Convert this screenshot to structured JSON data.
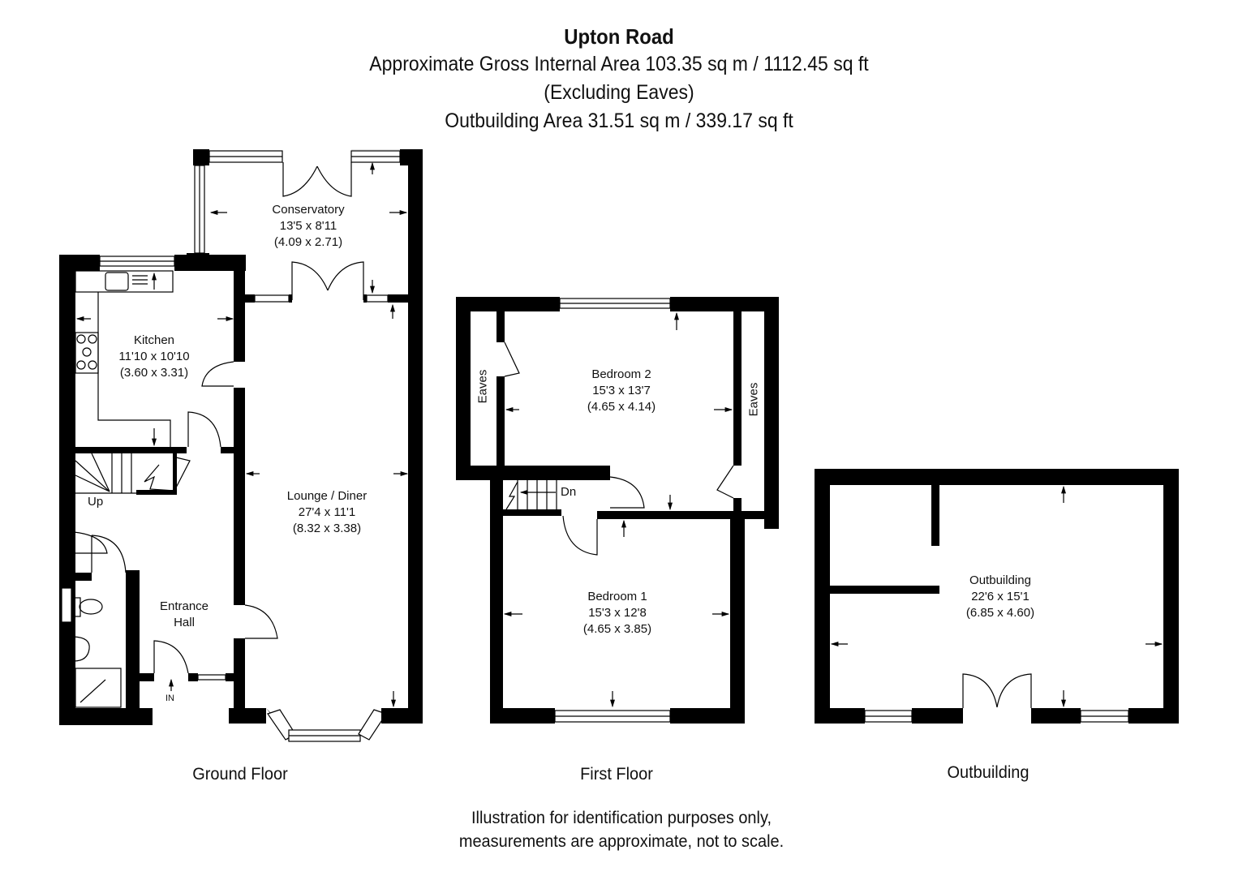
{
  "header": {
    "title": "Upton Road",
    "gross_area": "Approximate Gross Internal Area 103.35 sq m / 1112.45 sq ft",
    "eaves_note": "(Excluding Eaves)",
    "outbuilding_area": "Outbuilding Area 31.51 sq m / 339.17 sq ft"
  },
  "floors": {
    "ground": {
      "label": "Ground Floor",
      "rooms": {
        "conservatory": {
          "name": "Conservatory",
          "imperial": "13'5 x 8'11",
          "metric": "(4.09 x 2.71)"
        },
        "kitchen": {
          "name": "Kitchen",
          "imperial": "11'10 x 10'10",
          "metric": "(3.60 x 3.31)"
        },
        "lounge": {
          "name": "Lounge / Diner",
          "imperial": "27'4 x 11'1",
          "metric": "(8.32 x 3.38)"
        },
        "hall": {
          "name": "Entrance",
          "name2": "Hall"
        }
      },
      "stairs_label": "Up",
      "entrance_label": "IN"
    },
    "first": {
      "label": "First Floor",
      "rooms": {
        "bedroom2": {
          "name": "Bedroom 2",
          "imperial": "15'3 x 13'7",
          "metric": "(4.65 x 4.14)"
        },
        "bedroom1": {
          "name": "Bedroom 1",
          "imperial": "15'3 x 12'8",
          "metric": "(4.65 x 3.85)"
        }
      },
      "eaves_left": "Eaves",
      "eaves_right": "Eaves",
      "stairs_label": "Dn"
    },
    "outbuilding": {
      "label": "Outbuilding",
      "rooms": {
        "main": {
          "name": "Outbuilding",
          "imperial": "22'6 x 15'1",
          "metric": "(6.85 x 4.60)"
        }
      }
    }
  },
  "footer": {
    "line1": "Illustration for identification purposes only,",
    "line2": "measurements are approximate, not to scale."
  }
}
